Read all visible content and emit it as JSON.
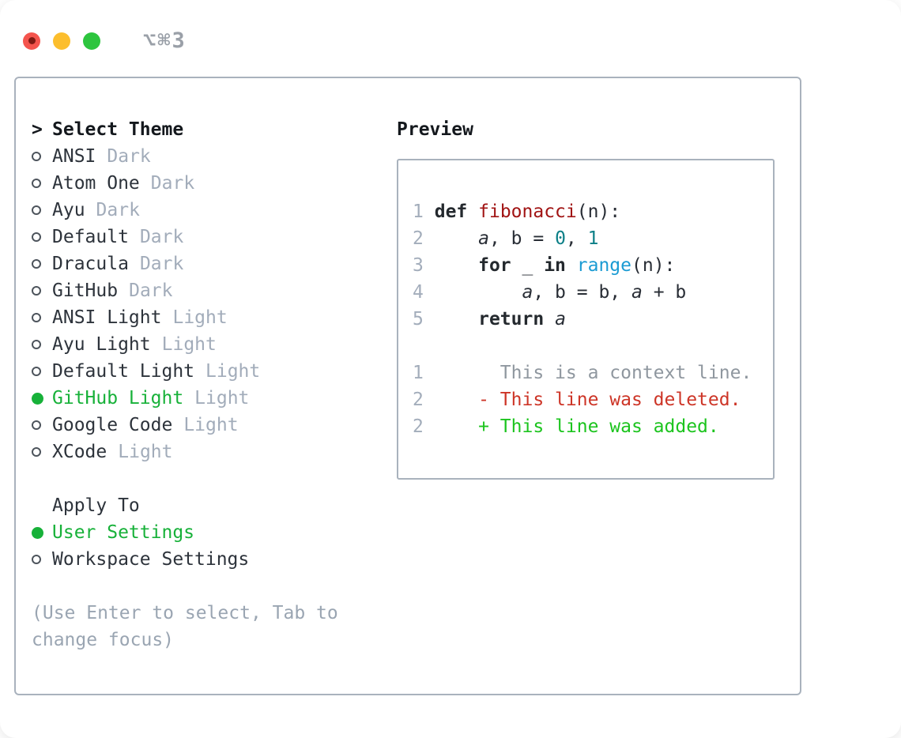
{
  "window": {
    "shortcut": "⌥⌘3",
    "traffic_lights": [
      "close",
      "minimize",
      "zoom"
    ]
  },
  "theme_panel": {
    "title_prefix": ">",
    "title": "Select Theme",
    "themes": [
      {
        "name": "ANSI",
        "tag": "Dark",
        "selected": false
      },
      {
        "name": "Atom One",
        "tag": "Dark",
        "selected": false
      },
      {
        "name": "Ayu",
        "tag": "Dark",
        "selected": false
      },
      {
        "name": "Default",
        "tag": "Dark",
        "selected": false
      },
      {
        "name": "Dracula",
        "tag": "Dark",
        "selected": false
      },
      {
        "name": "GitHub",
        "tag": "Dark",
        "selected": false
      },
      {
        "name": "ANSI Light",
        "tag": "Light",
        "selected": false
      },
      {
        "name": "Ayu Light",
        "tag": "Light",
        "selected": false
      },
      {
        "name": "Default Light",
        "tag": "Light",
        "selected": false
      },
      {
        "name": "GitHub Light",
        "tag": "Light",
        "selected": true
      },
      {
        "name": "Google Code",
        "tag": "Light",
        "selected": false
      },
      {
        "name": "XCode",
        "tag": "Light",
        "selected": false
      }
    ],
    "apply_to": {
      "title": "Apply To",
      "options": [
        {
          "name": "User Settings",
          "selected": true
        },
        {
          "name": "Workspace Settings",
          "selected": false
        }
      ]
    },
    "hint": "(Use Enter to select, Tab to change focus)"
  },
  "preview": {
    "title": "Preview",
    "code_lines": [
      {
        "num": "1",
        "segments": [
          {
            "text": "def",
            "type": "keyword"
          },
          {
            "text": " ",
            "type": "plain"
          },
          {
            "text": "fibonacci",
            "type": "function"
          },
          {
            "text": "(n):",
            "type": "plain"
          }
        ]
      },
      {
        "num": "2",
        "segments": [
          {
            "text": "    ",
            "type": "plain"
          },
          {
            "text": "a",
            "type": "variable"
          },
          {
            "text": ", b = ",
            "type": "plain"
          },
          {
            "text": "0",
            "type": "number"
          },
          {
            "text": ", ",
            "type": "plain"
          },
          {
            "text": "1",
            "type": "number"
          }
        ]
      },
      {
        "num": "3",
        "segments": [
          {
            "text": "    ",
            "type": "plain"
          },
          {
            "text": "for",
            "type": "keyword"
          },
          {
            "text": " _ ",
            "type": "plain"
          },
          {
            "text": "in",
            "type": "keyword"
          },
          {
            "text": " ",
            "type": "plain"
          },
          {
            "text": "range",
            "type": "builtin"
          },
          {
            "text": "(n):",
            "type": "plain"
          }
        ]
      },
      {
        "num": "4",
        "segments": [
          {
            "text": "        ",
            "type": "plain"
          },
          {
            "text": "a",
            "type": "variable"
          },
          {
            "text": ", b = b, ",
            "type": "plain"
          },
          {
            "text": "a",
            "type": "variable"
          },
          {
            "text": " + b",
            "type": "plain"
          }
        ]
      },
      {
        "num": "5",
        "segments": [
          {
            "text": "    ",
            "type": "plain"
          },
          {
            "text": "return",
            "type": "keyword"
          },
          {
            "text": " ",
            "type": "plain"
          },
          {
            "text": "a",
            "type": "variable"
          }
        ]
      }
    ],
    "diff_lines": [
      {
        "num": "1",
        "type": "context",
        "text": "      This is a context line."
      },
      {
        "num": "2",
        "type": "deleted",
        "text": "    - This line was deleted."
      },
      {
        "num": "2",
        "type": "added",
        "text": "    + This line was added."
      }
    ]
  },
  "colors": {
    "accent_green": "#17b139",
    "added_green": "#1cc41e",
    "deleted_red": "#cd3527",
    "function_red": "#a11414",
    "number_teal": "#0c7f87",
    "builtin_blue": "#1b9bd3",
    "text_dark": "#282d35",
    "muted_gray": "#a2acba",
    "context_gray": "#8f979f",
    "border_gray": "#a9b2bd",
    "traffic_red": "#f4544d",
    "traffic_yellow": "#fcbe2d",
    "traffic_green": "#2dc53e"
  }
}
